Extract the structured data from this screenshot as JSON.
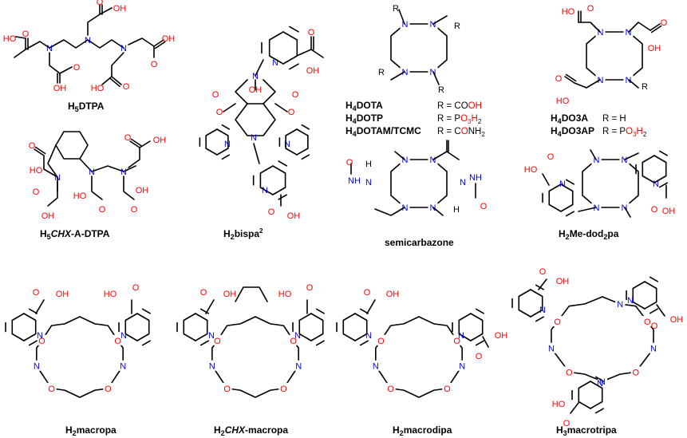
{
  "figure": {
    "compounds": [
      {
        "id": "dtpa",
        "name_main": "H",
        "name_sub": "5",
        "name_rest": "DTPA"
      },
      {
        "id": "chx-dtpa",
        "name_main": "H",
        "name_sub": "5",
        "name_italic": "CHX",
        "name_rest": "-A-DTPA"
      },
      {
        "id": "bispa",
        "name_main": "H",
        "name_sub": "2",
        "name_rest": "bispa",
        "name_sup": "2"
      },
      {
        "id": "dota",
        "name_main": "H",
        "name_sub": "4",
        "name_rest": "DOTA"
      },
      {
        "id": "dotp",
        "name_main": "H",
        "name_sub": "4",
        "name_rest": "DOTP"
      },
      {
        "id": "dotam",
        "name_main": "H",
        "name_sub": "4",
        "name_rest": "DOTAM/TCMC"
      },
      {
        "id": "semicarbazone",
        "name_main": "semicarbazone"
      },
      {
        "id": "do3a",
        "name_main": "H",
        "name_sub": "4",
        "name_rest": "DO3A"
      },
      {
        "id": "do3ap",
        "name_main": "H",
        "name_sub": "4",
        "name_rest": "DO3AP"
      },
      {
        "id": "me-dodpa",
        "name_main": "H",
        "name_sub": "2",
        "name_rest": "Me-dod",
        "name_sub2": "2",
        "name_rest2": "pa"
      },
      {
        "id": "macropa",
        "name_main": "H",
        "name_sub": "2",
        "name_rest": "macropa"
      },
      {
        "id": "chx-macropa",
        "name_main": "H",
        "name_sub": "2",
        "name_italic": "CHX",
        "name_rest": "-macropa"
      },
      {
        "id": "macrodipa",
        "name_main": "H",
        "name_sub": "2",
        "name_rest": "macrodipa"
      },
      {
        "id": "macrotripa",
        "name_main": "H",
        "name_sub": "3",
        "name_rest": "macrotripa"
      }
    ],
    "r_definitions": {
      "dota_label": "R = ",
      "dota_value": "COOH",
      "dotp_label": "R = ",
      "dotp_value": "PO3H2",
      "dotam_label": "R = ",
      "dotam_value": "CONH2",
      "do3a_label": "R = H",
      "do3ap_label": "R = ",
      "do3ap_value": "PO3H2"
    },
    "atom_labels": {
      "N": "N",
      "O": "O",
      "R": "R",
      "OH": "OH",
      "HO": "HO",
      "NH": "NH",
      "NH2": "NH2",
      "H": "H"
    },
    "colors": {
      "nitrogen": "#0000ff",
      "oxygen": "#ff0000",
      "bond": "#000000",
      "background": "#ffffff"
    }
  }
}
